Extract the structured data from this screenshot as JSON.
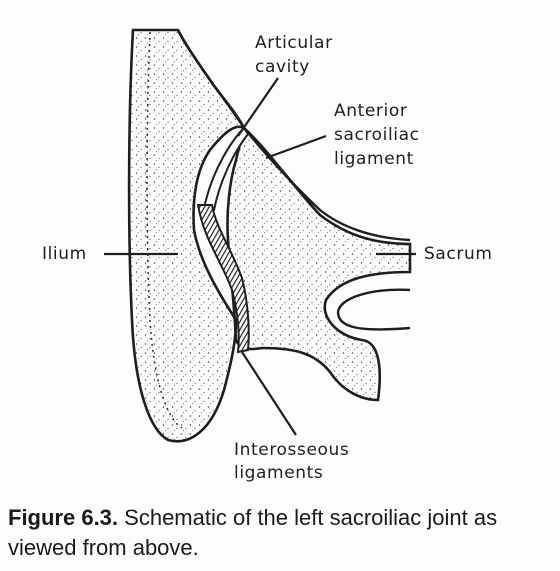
{
  "labels": {
    "articular_cavity": [
      "Articular",
      "cavity"
    ],
    "anterior_ligament": [
      "Anterior",
      "sacroiliac",
      "ligament"
    ],
    "ilium": "Ilium",
    "sacrum": "Sacrum",
    "interosseous": [
      "Interosseous",
      "ligaments"
    ]
  },
  "caption": {
    "label": "Figure 6.3.",
    "text": " Schematic of the left sacroiliac joint as viewed from above."
  },
  "colors": {
    "ink": "#1e1e1e",
    "ligament": "#2a2a2a",
    "paper": "#fdfdfb"
  }
}
